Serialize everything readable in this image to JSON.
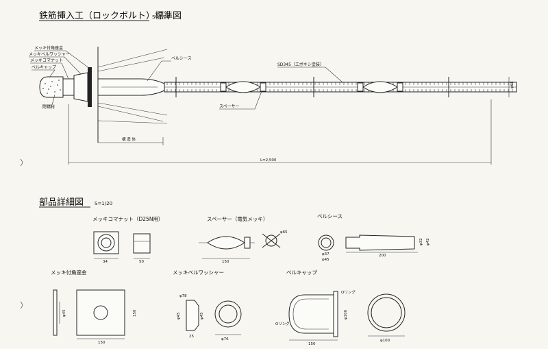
{
  "title": "鉄筋挿入工（ロックボルト）標準図",
  "title_scale": "S=1/20",
  "details_title": "部品詳細図",
  "details_scale": "S=1/20",
  "callouts": {
    "plated_square_plate": "メッキ付角座金",
    "plated_bell_washer": "メッキベルワッシャー",
    "plated_nut": "メッキコマナット",
    "bell_cap": "ベルキャップ",
    "rust_proof": "防錆材",
    "bell_sheath": "ベルシース",
    "rebar": "SD345（エポキシ塗装）",
    "spacer": "スペーサー",
    "structure": "構 造 体",
    "length": "L=2,500",
    "dia": "φ65"
  },
  "parts": {
    "nut": {
      "label": "メッキコマナット（D25N用）",
      "d1": "34",
      "d2": "50"
    },
    "spacer": {
      "label": "スペーサー（電気メッキ）",
      "d1": "150",
      "d2": "φ65"
    },
    "sheath": {
      "label": "ベルシース",
      "d1": "φ37",
      "d2": "φ45",
      "d3": "200",
      "d4": "φ32",
      "d5": "φ42"
    },
    "plate": {
      "label": "メッキ付角座金",
      "d1": "150",
      "d2": "150",
      "d3": "φ45"
    },
    "washer": {
      "label": "メッキベルワッシャー",
      "d1": "φ78",
      "d2": "φ45",
      "d3": "φ45",
      "d4": "25",
      "d5": "φ76"
    },
    "cap": {
      "label": "ベルキャップ",
      "d1": "Oリング",
      "d2": "Oリング",
      "d3": "φ100",
      "d4": "150",
      "d5": "φ100"
    }
  }
}
